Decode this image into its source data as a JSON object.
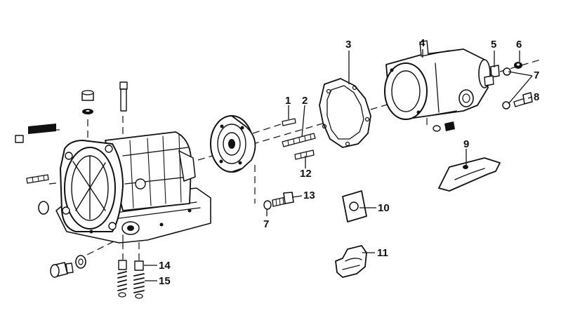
{
  "diagram": {
    "callouts": [
      {
        "id": "c1",
        "number": "1"
      },
      {
        "id": "c2",
        "number": "2"
      },
      {
        "id": "c3",
        "number": "3"
      },
      {
        "id": "c4",
        "number": "4"
      },
      {
        "id": "c5",
        "number": "5"
      },
      {
        "id": "c6",
        "number": "6"
      },
      {
        "id": "c7a",
        "number": "7"
      },
      {
        "id": "c7b",
        "number": "7"
      },
      {
        "id": "c8",
        "number": "8"
      },
      {
        "id": "c9",
        "number": "9"
      },
      {
        "id": "c10",
        "number": "10"
      },
      {
        "id": "c11",
        "number": "11"
      },
      {
        "id": "c12",
        "number": "12"
      },
      {
        "id": "c13",
        "number": "13"
      },
      {
        "id": "c14",
        "number": "14"
      },
      {
        "id": "c15",
        "number": "15"
      }
    ],
    "colors": {
      "ink": "#111111",
      "paper": "#ffffff"
    }
  }
}
